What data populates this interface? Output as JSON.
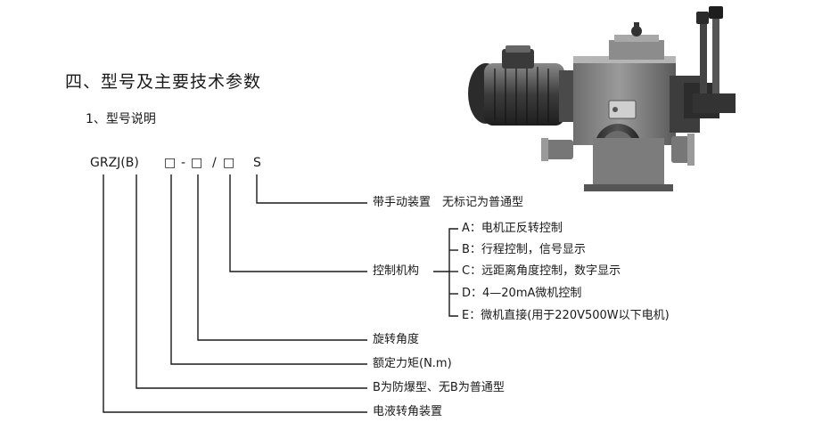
{
  "section_title": "四、型号及主要技术参数",
  "subsection_title": "1、型号说明",
  "model": {
    "prefix": "GRZJ(B)",
    "box1": "□",
    "dash": "-",
    "box2": "□",
    "slash": "/",
    "box3": "□",
    "suffix": "S"
  },
  "legend": {
    "manual": "带手动装置　无标记为普通型",
    "control": "控制机构",
    "angle": "旋转角度",
    "torque": "额定力矩(N.m)",
    "explosion": "B为防爆型、无B为普通型",
    "device": "电液转角装置"
  },
  "control_options": [
    "A：电机正反转控制",
    "B：行程控制，信号显示",
    "C：远距离角度控制，数字显示",
    "D：4—20mA微机控制",
    "E：微机直接(用于220V500W以下电机)"
  ]
}
